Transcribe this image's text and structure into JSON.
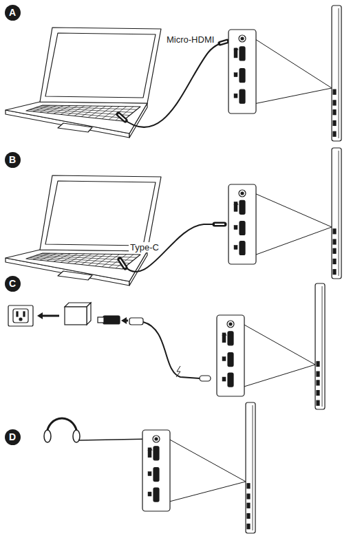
{
  "diagram": {
    "nodes": [
      {
        "text": [
          "A"
        ]
      },
      {
        "text": [
          "B"
        ]
      },
      {
        "text": [
          "C"
        ]
      },
      {
        "text": [
          "D"
        ]
      }
    ],
    "labels": [
      "Micro-HDMI",
      "Type-C"
    ]
  }
}
